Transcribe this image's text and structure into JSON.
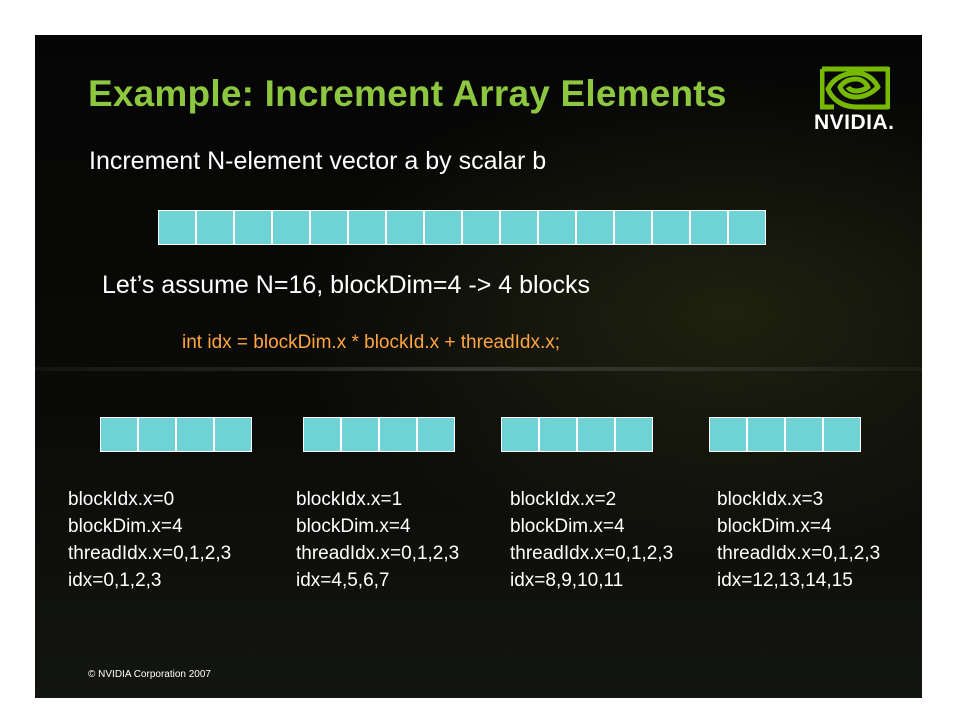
{
  "title": "Example: Increment Array Elements",
  "logo": {
    "text": "NVIDIA.",
    "color": "#76b900"
  },
  "subtitle": "Increment N-element vector a by scalar b",
  "main_array": {
    "count": 16,
    "color": "#6fd3d6"
  },
  "assume_text": "Let’s assume N=16, blockDim=4    -> 4 blocks",
  "formula": "int idx = blockDim.x * blockId.x + threadIdx.x;",
  "blocks": [
    {
      "cells": 4,
      "lines": [
        "blockIdx.x=0",
        "blockDim.x=4",
        "threadIdx.x=0,1,2,3",
        "idx=0,1,2,3"
      ]
    },
    {
      "cells": 4,
      "lines": [
        "blockIdx.x=1",
        "blockDim.x=4",
        "threadIdx.x=0,1,2,3",
        "idx=4,5,6,7"
      ]
    },
    {
      "cells": 4,
      "lines": [
        "blockIdx.x=2",
        "blockDim.x=4",
        "threadIdx.x=0,1,2,3",
        "idx=8,9,10,11"
      ]
    },
    {
      "cells": 4,
      "lines": [
        "blockIdx.x=3",
        "blockDim.x=4",
        "threadIdx.x=0,1,2,3",
        "idx=12,13,14,15"
      ]
    }
  ],
  "copyright": "© NVIDIA Corporation 2007",
  "colors": {
    "title": "#8dc63f",
    "formula": "#ffa540",
    "cell": "#6fd3d6",
    "background": "#050505"
  }
}
